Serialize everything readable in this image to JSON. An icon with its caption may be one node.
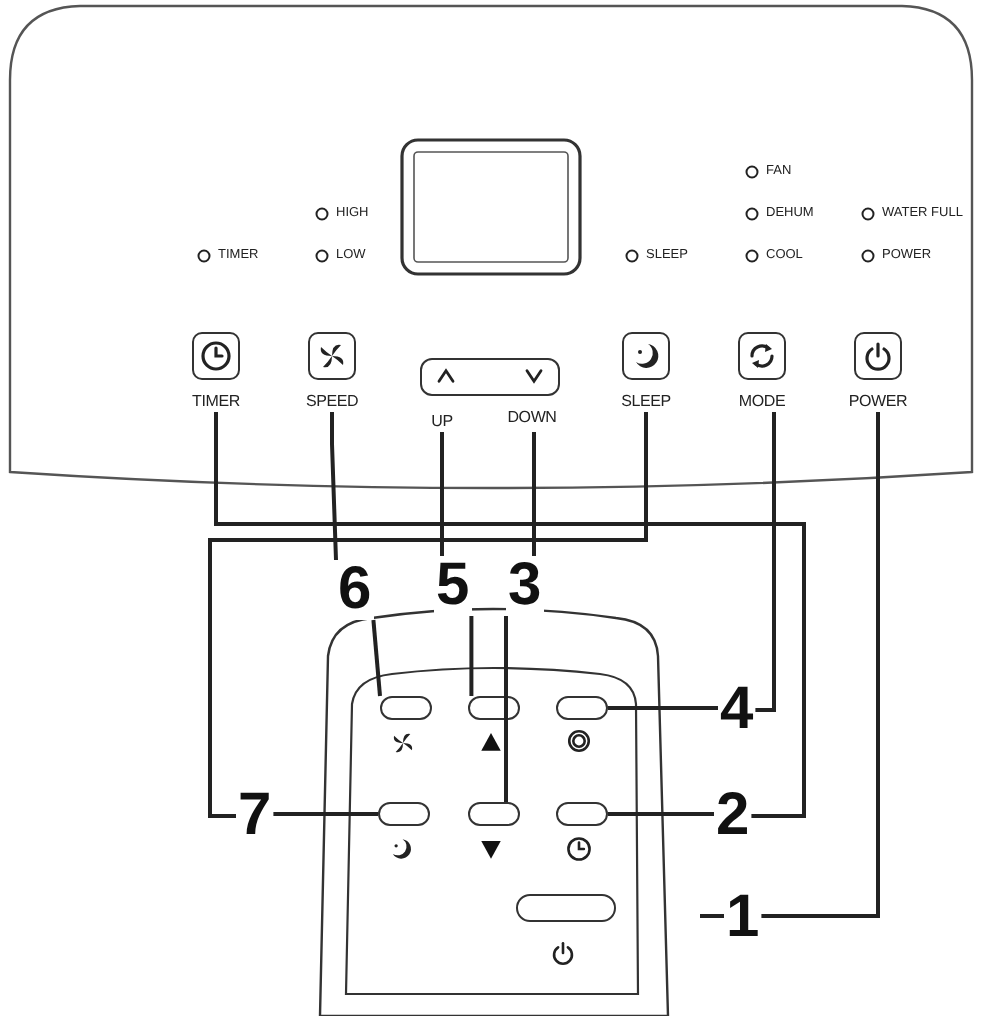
{
  "diagram": {
    "nodes": [
      {
        "text": [
          "TIMER"
        ]
      },
      {
        "text": [
          "SPEED"
        ]
      },
      {
        "text": [
          "UP",
          "DOWN"
        ]
      },
      {
        "text": [
          "SLEEP"
        ]
      },
      {
        "text": [
          "MODE"
        ]
      },
      {
        "text": [
          "POWER"
        ]
      },
      {
        "text": [
          "6"
        ]
      },
      {
        "text": [
          "5"
        ]
      },
      {
        "text": [
          "3"
        ]
      },
      {
        "text": [
          "4"
        ]
      },
      {
        "text": [
          "7"
        ]
      },
      {
        "text": [
          "2"
        ]
      },
      {
        "text": [
          "1"
        ]
      },
      {
        "text": [],
        "shape": "box"
      },
      {
        "text": [],
        "shape": "box"
      },
      {
        "text": [],
        "shape": "box"
      },
      {
        "text": [],
        "shape": "box"
      },
      {
        "text": [],
        "shape": "box"
      },
      {
        "text": [],
        "shape": "box"
      },
      {
        "text": [],
        "shape": "box"
      }
    ],
    "edges": [
      {
        "from": 0,
        "to": 11,
        "arrow": "none"
      },
      {
        "from": 11,
        "to": 18,
        "arrow": "none"
      },
      {
        "from": 1,
        "to": 6,
        "arrow": "none"
      },
      {
        "from": 6,
        "to": 13,
        "arrow": "none"
      },
      {
        "from": 2,
        "to": 7,
        "arrow": "none"
      },
      {
        "from": 7,
        "to": 14,
        "arrow": "none"
      },
      {
        "from": 2,
        "to": 8,
        "arrow": "none"
      },
      {
        "from": 8,
        "to": 17,
        "arrow": "none"
      },
      {
        "from": 3,
        "to": 10,
        "arrow": "none"
      },
      {
        "from": 10,
        "to": 16,
        "arrow": "none"
      },
      {
        "from": 4,
        "to": 9,
        "arrow": "none"
      },
      {
        "from": 9,
        "to": 15,
        "arrow": "none"
      },
      {
        "from": 5,
        "to": 12,
        "arrow": "none"
      },
      {
        "from": 12,
        "to": null,
        "arrow": "none"
      }
    ],
    "labels": [
      "FAN",
      "HIGH",
      "DEHUM",
      "WATER FULL",
      "TIMER",
      "LOW",
      "SLEEP",
      "COOL",
      "POWER"
    ]
  }
}
